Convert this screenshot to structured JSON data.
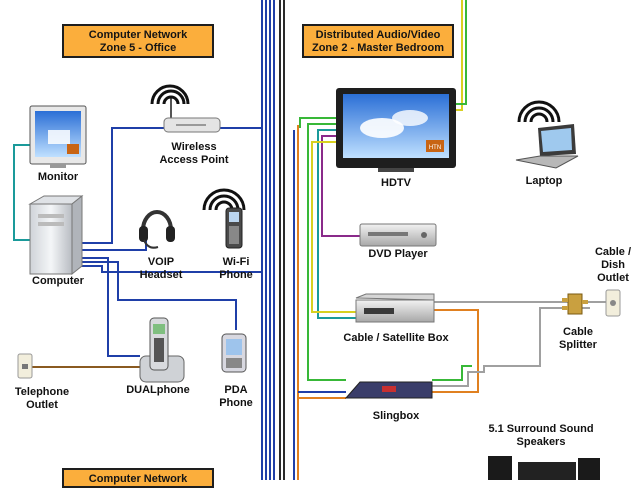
{
  "zones": {
    "office": {
      "line1": "Computer Network",
      "line2": "Zone 5 - Office"
    },
    "bedroom": {
      "line1": "Distributed Audio/Video",
      "line2": "Zone 2 - Master Bedroom"
    },
    "bottom": {
      "line1": "Computer Network"
    }
  },
  "devices": {
    "monitor": "Monitor",
    "computer": "Computer",
    "wireless_ap": {
      "line1": "Wireless",
      "line2": "Access Point"
    },
    "voip": {
      "line1": "VOIP",
      "line2": "Headset"
    },
    "wifi_phone": {
      "line1": "Wi-Fi",
      "line2": "Phone"
    },
    "dualphone": "DUALphone",
    "pda": {
      "line1": "PDA",
      "line2": "Phone"
    },
    "telephone_outlet": {
      "line1": "Telephone",
      "line2": "Outlet"
    },
    "hdtv": "HDTV",
    "dvd": "DVD Player",
    "cable_box": "Cable / Satellite Box",
    "slingbox": "Slingbox",
    "laptop": "Laptop",
    "dish_outlet": {
      "line1": "Cable /",
      "line2": "Dish",
      "line3": "Outlet"
    },
    "splitter": {
      "line1": "Cable",
      "line2": "Splitter"
    },
    "speakers": {
      "line1": "5.1 Surround Sound",
      "line2": "Speakers"
    },
    "tv_badge": "HTN"
  },
  "colors": {
    "wire_blue": "#1f3fa8",
    "wire_teal": "#1a9a9a",
    "wire_green": "#38b838",
    "wire_yellow": "#d8d020",
    "wire_orange": "#e08020",
    "wire_purple": "#8a2a8a",
    "wire_gray": "#a0a0a0",
    "wire_brown": "#8a5a20",
    "zone_orange": "#fbae3c",
    "divider": "#2a2a2a"
  }
}
